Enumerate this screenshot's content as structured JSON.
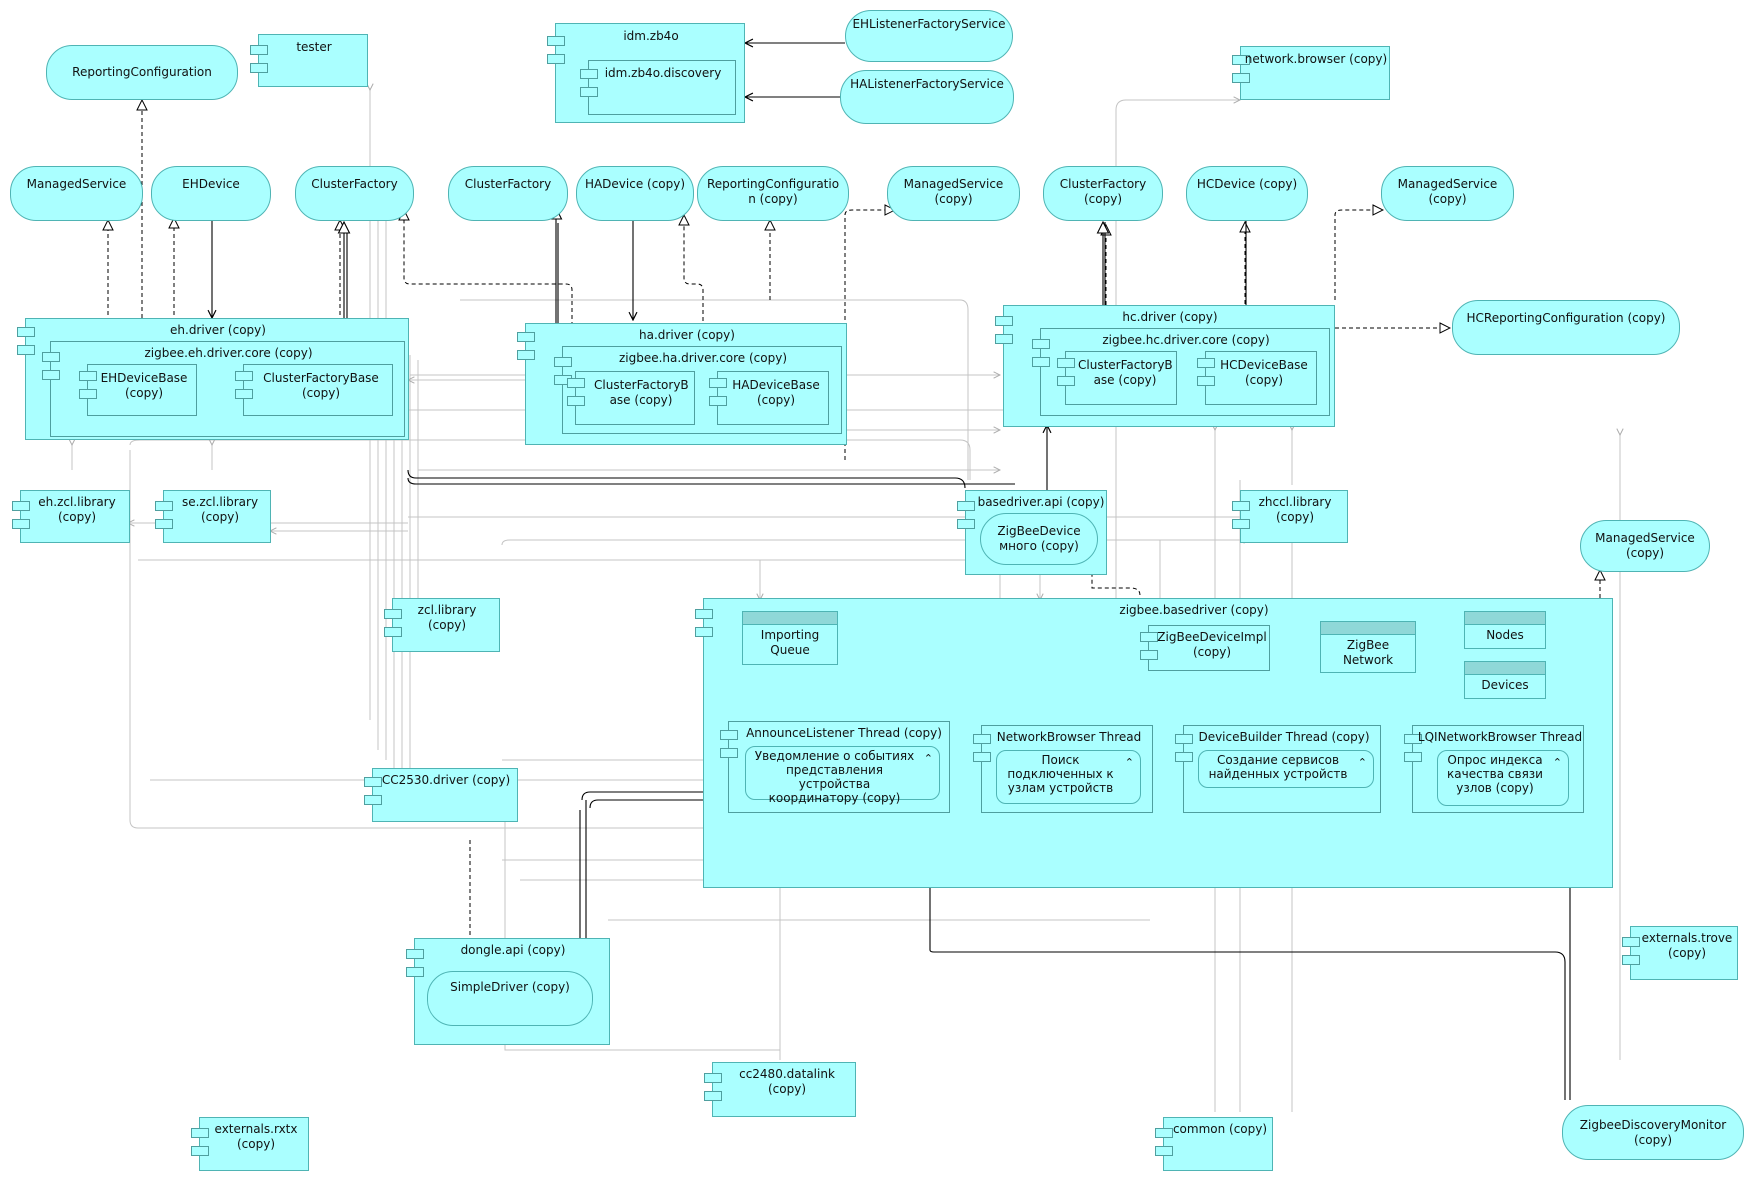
{
  "components": {
    "tester": "tester",
    "idm_zb4o": "idm.zb4o",
    "idm_zb4o_discovery": "idm.zb4o.discovery",
    "network_browser": "network.browser (copy)",
    "eh_driver": "eh.driver (copy)",
    "zigbee_eh_driver_core": "zigbee.eh.driver.core (copy)",
    "eh_device_base": "EHDeviceBase (copy)",
    "cluster_factory_base_eh": "ClusterFactoryBase (copy)",
    "ha_driver": "ha.driver (copy)",
    "zigbee_ha_driver_core": "zigbee.ha.driver.core (copy)",
    "cluster_factory_base_ha": "ClusterFactoryB ase (copy)",
    "ha_device_base": "HADeviceBase (copy)",
    "hc_driver": "hc.driver (copy)",
    "zigbee_hc_driver_core": "zigbee.hc.driver.core (copy)",
    "cluster_factory_base_hc": "ClusterFactoryB ase (copy)",
    "hc_device_base": "HCDeviceBase (copy)",
    "eh_zcl_library": "eh.zcl.library (copy)",
    "se_zcl_library": "se.zcl.library (copy)",
    "basedriver_api": "basedriver.api (copy)",
    "zhccl_library": "zhccl.library (copy)",
    "zcl_library": "zcl.library (copy)",
    "zigbee_basedriver": "zigbee.basedriver (copy)",
    "zigbee_device_impl": "ZigBeeDeviceImpl (copy)",
    "announce_listener_thread": "AnnounceListener Thread (copy)",
    "network_browser_thread": "NetworkBrowser Thread",
    "device_builder_thread": "DeviceBuilder Thread (copy)",
    "lqi_network_browser_thread": "LQINetworkBrowser Thread",
    "cc2530_driver": "CC2530.driver (copy)",
    "dongle_api": "dongle.api (copy)",
    "cc2480_datalink": "cc2480.datalink (copy)",
    "externals_trove": "externals.trove (copy)",
    "externals_rxtx": "externals.rxtx (copy)",
    "common": "common (copy)"
  },
  "interfaces": {
    "reporting_configuration": "ReportingConfiguration",
    "eh_listener_factory_service": "EHListenerFactoryService",
    "ha_listener_factory_service": "HAListenerFactoryService",
    "managed_service_1": "ManagedService",
    "eh_device": "EHDevice",
    "cluster_factory_1": "ClusterFactory",
    "cluster_factory_2": "ClusterFactory",
    "ha_device": "HADevice (copy)",
    "reporting_configuration_copy": "ReportingConfiguratio n (copy)",
    "managed_service_copy_1": "ManagedService (copy)",
    "cluster_factory_copy": "ClusterFactory (copy)",
    "hc_device": "HCDevice (copy)",
    "managed_service_copy_2": "ManagedService (copy)",
    "hc_reporting_configuration": "HCReportingConfiguration (copy)",
    "zigbee_device": "ZigBeeDevice много (copy)",
    "managed_service_copy_3": "ManagedService (copy)",
    "simple_driver": "SimpleDriver (copy)",
    "zigbee_discovery_monitor": "ZigbeeDiscoveryMonitor (copy)"
  },
  "objects": {
    "importing_queue": "Importing Queue",
    "zigbee_network": "ZigBee Network",
    "nodes": "Nodes",
    "devices": "Devices"
  },
  "activities": {
    "announce": "Уведомление о событиях представления устройства координатору (copy)",
    "search": "Поиск подключенных к узлам устройств",
    "create_services": "Создание сервисов найденных устройств",
    "lqi_poll": "Опрос индекса качества связи узлов (copy)"
  },
  "colors": {
    "fill": "#aaffff",
    "border": "#4fb4b4",
    "connector": "#c0c0c0",
    "dependency": "#000000"
  }
}
